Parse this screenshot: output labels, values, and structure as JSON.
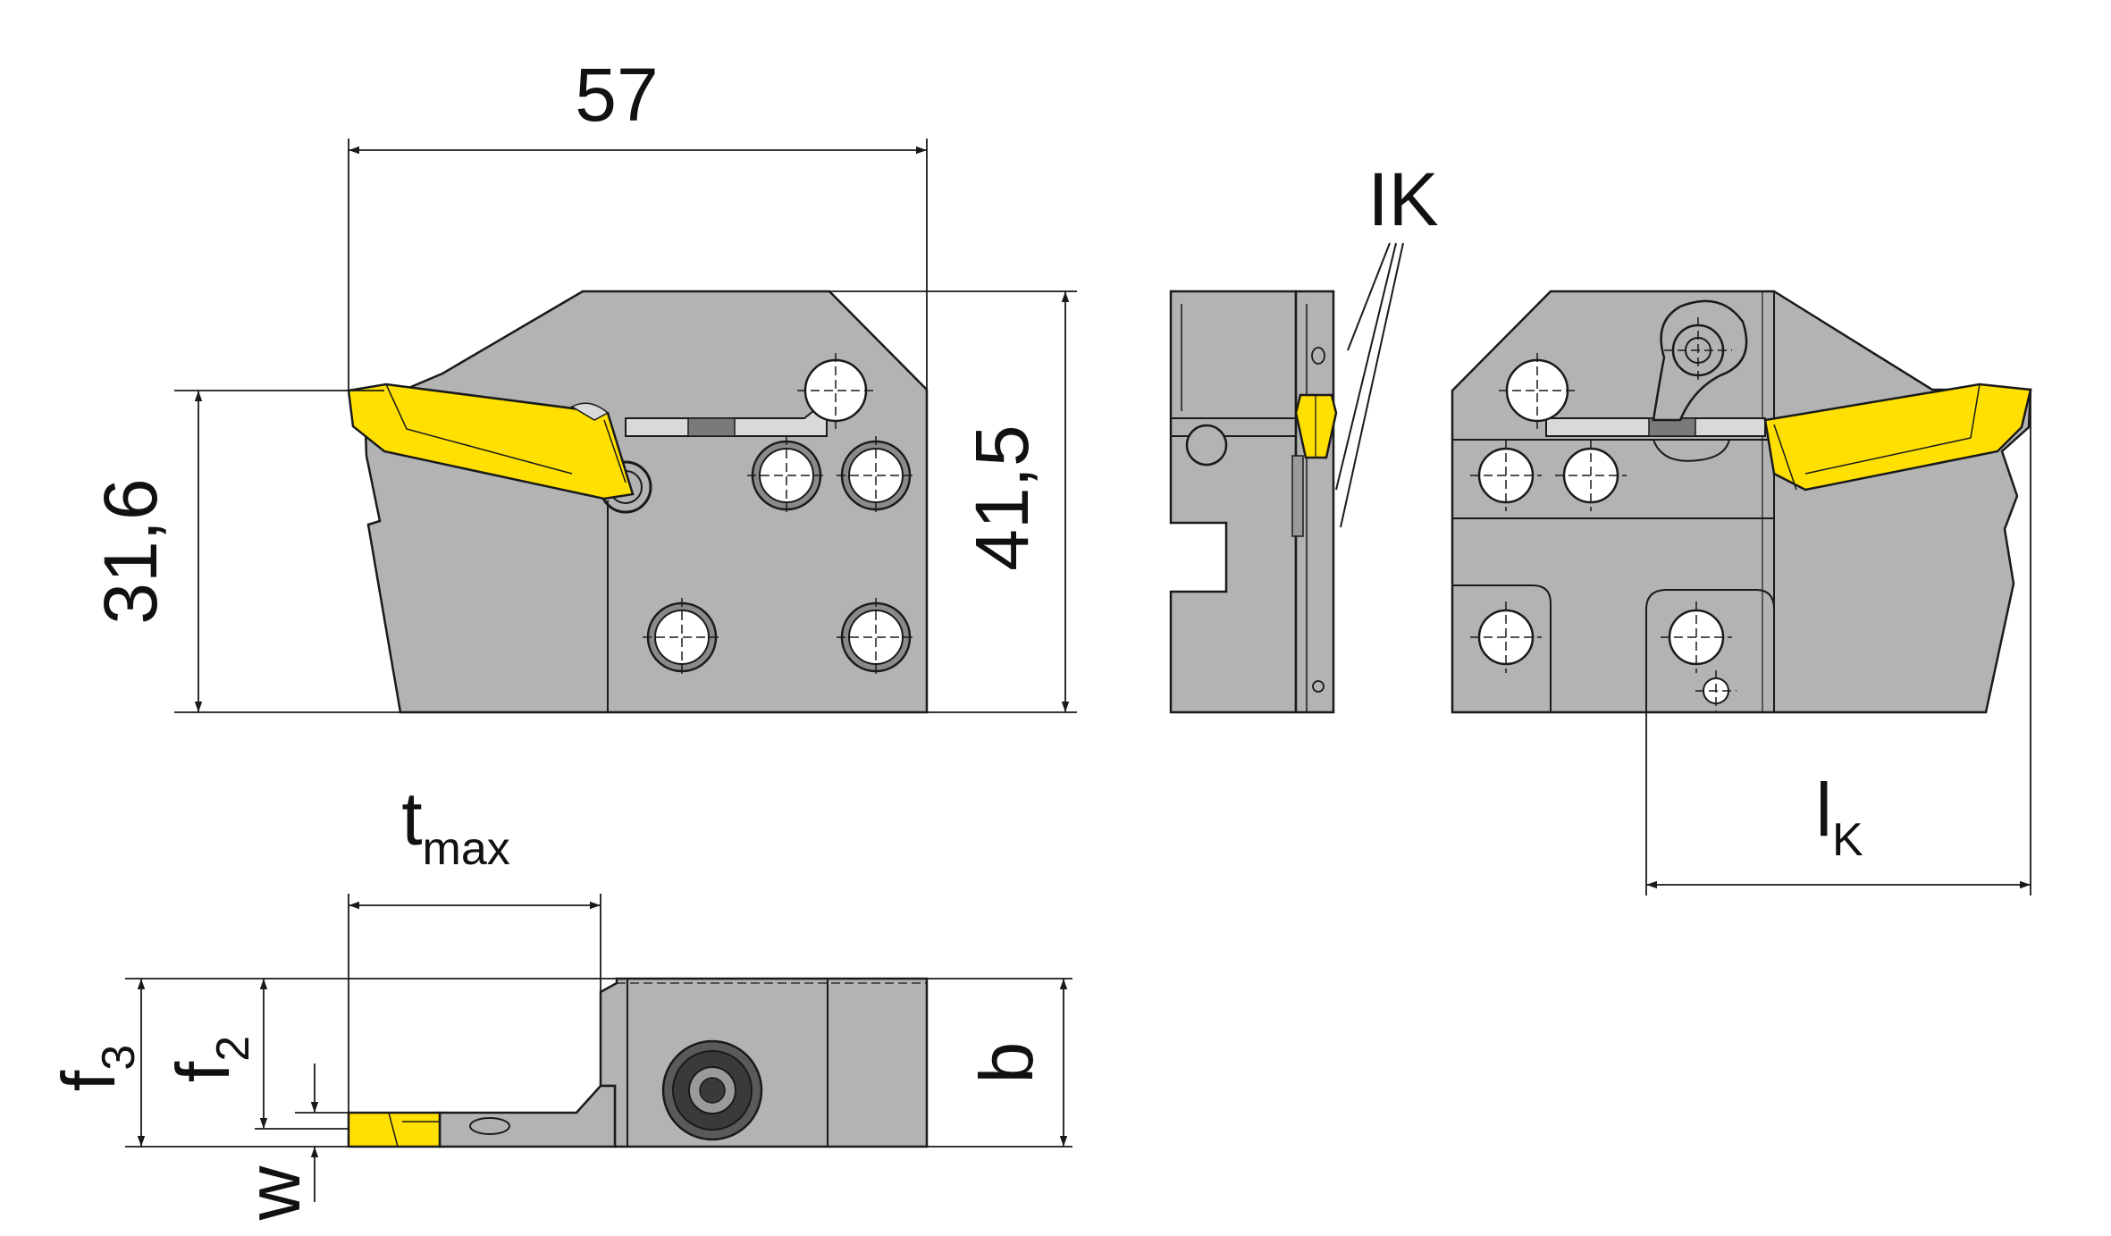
{
  "dimensions": {
    "width_top": "57",
    "height_left": "31,6",
    "height_right": "41,5",
    "coolant_label": "IK",
    "lk_main": "l",
    "lk_sub": "K",
    "tmax_main": "t",
    "tmax_sub": "max",
    "f3_main": "f",
    "f3_sub": "3",
    "f2_main": "f",
    "f2_sub": "2",
    "b_label": "b",
    "w_label": "w"
  },
  "colors": {
    "body": "#b3b3b3",
    "body_dark": "#9a9a9a",
    "insert": "#ffe000",
    "insert_shade": "#d9b800",
    "line": "#1a1a1a",
    "background": "#ffffff"
  }
}
